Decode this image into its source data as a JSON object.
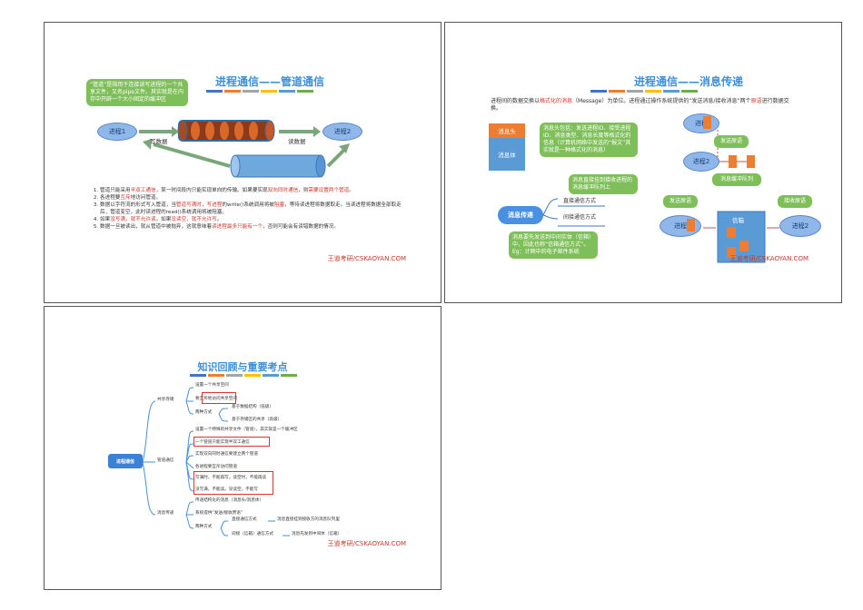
{
  "slide1": {
    "title": "进程通信——管道通信",
    "callout": "“管道”是指用于连接读写进程的一个共享文件，又名pipe文件。其实就是在内存中开辟一个大小固定的缓冲区",
    "process1": "进程1",
    "process2": "进程2",
    "write_label": "写数据",
    "read_label": "读数据",
    "points": [
      {
        "a": "管道只能采用",
        "r": "半双工通信",
        "b": "，某一时间段内只能实现单向的传输。如果要实现",
        "r2": "双向同时通信",
        "c": "，则",
        "r3": "需要设置两个管道",
        "d": "。"
      },
      {
        "a": "各进程要",
        "r": "互斥",
        "b": "地访问管道。",
        "r2": "",
        "c": "",
        "r3": "",
        "d": ""
      },
      {
        "a": "数据以字符流的形式写入管道，当",
        "r": "管道写满时",
        "b": "，",
        "r2": "写进程",
        "c": "的write()系统调用将被",
        "r3": "阻塞",
        "d": "，等待读进程将数据取走。当读进程将数据全部取走后，管道变空，此时读进程的read()系统调用将被阻塞。"
      },
      {
        "a": "如果",
        "r": "没写满，就不允许读",
        "b": "。如果",
        "r2": "没读空，就不允许写",
        "c": "。",
        "r3": "",
        "d": ""
      },
      {
        "a": "数据一旦被读出，就从管道中被抛弃，这就意味着",
        "r": "读进程最多只能有一个",
        "b": "，否则可能会有读错数据的情况。",
        "r2": "",
        "c": "",
        "r3": "",
        "d": ""
      }
    ],
    "watermark": "王道考研/CSKAOYAN.COM"
  },
  "slide2": {
    "title": "进程通信——消息传递",
    "intro_a": "进程间的数据交换以",
    "intro_r": "格式化的消息",
    "intro_b": "（Message）为单位。进程通过操作系统提供的“发送消息/接收消息”两个",
    "intro_r2": "原语",
    "intro_c": "进行数据交换。",
    "msg_head": "消息头",
    "msg_body": "消息体",
    "head_note": "消息头包括：发送进程ID、接受进程ID、消息类型、消息长度等格式化的信息（计算机网络中发送的“报文”其实就是一种格式化的消息）",
    "direct_note": "消息直接挂到接收进程的消息缓冲队列上",
    "badge": "消息传递",
    "direct": "直接通信方式",
    "indirect": "间接通信方式",
    "indirect_note": "消息要先发送到中间实体（信箱）中，因此也称“信箱通信方式”。Eg：计网中的电子邮件系统",
    "proc": "进程",
    "proc2": "进程2",
    "send": "发送原语",
    "recv": "接收原语",
    "queue": "消息缓冲队列",
    "mailbox": "信箱",
    "watermark": "王道考研/CSKAOYAN.COM"
  },
  "slide3": {
    "title": "知识回顾与重要考点",
    "root": "进程通信",
    "b1": "共享存储",
    "b1_items": [
      "设置一个共享空间",
      "要互斥地访问共享空间",
      "两种方式",
      "基于数据结构（低级）",
      "基于存储区的共享（高级）"
    ],
    "b2": "管道通信",
    "b2_items": [
      "设置一个特殊的共享文件（管道），其实就是一个缓冲区",
      "一个管道只能实现半双工通信",
      "实现双向同时通信要建立两个管道",
      "各进程要互斥访问管道",
      "写满时，不能再写。读空时，不能再读",
      "没写满，不能读。没读空，不能写"
    ],
    "b3": "消息传递",
    "b3_items": [
      "传递结构化的消息（消息头/消息体）",
      "系统提供“发送/接收原语”",
      "两种方式",
      "直接通信方式",
      "消息直接挂到接收方的消息队列里",
      "间接（信箱）通信方式",
      "消息先发到中间体（信箱）"
    ],
    "watermark": "王道考研/CSKAOYAN.COM"
  },
  "colors": {
    "title": "#3d8fd6",
    "bars": [
      "#4472c4",
      "#ed7d31",
      "#a5a5a5",
      "#ffc000",
      "#5b9bd5",
      "#70ad47"
    ],
    "accent_red": "#d0352b",
    "green": "#7fbf5a"
  }
}
